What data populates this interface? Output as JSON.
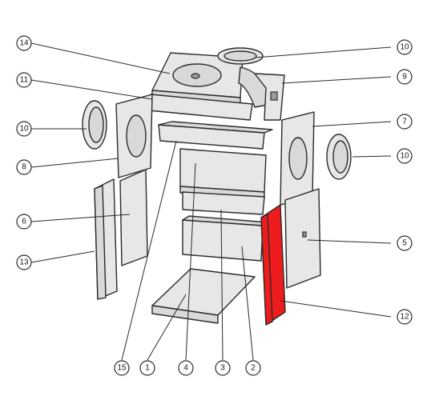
{
  "highlight_color": "#ee1c1c",
  "callouts": [
    {
      "id": "c14",
      "label": "14"
    },
    {
      "id": "c11",
      "label": "11"
    },
    {
      "id": "c10a",
      "label": "10"
    },
    {
      "id": "c8",
      "label": "8"
    },
    {
      "id": "c6",
      "label": "6"
    },
    {
      "id": "c13",
      "label": "13"
    },
    {
      "id": "c10b",
      "label": "10"
    },
    {
      "id": "c9",
      "label": "9"
    },
    {
      "id": "c7",
      "label": "7"
    },
    {
      "id": "c10c",
      "label": "10"
    },
    {
      "id": "c5",
      "label": "5"
    },
    {
      "id": "c12",
      "label": "12"
    },
    {
      "id": "c15",
      "label": "15"
    },
    {
      "id": "c1",
      "label": "1"
    },
    {
      "id": "c4",
      "label": "4"
    },
    {
      "id": "c3",
      "label": "3"
    },
    {
      "id": "c2",
      "label": "2"
    }
  ]
}
